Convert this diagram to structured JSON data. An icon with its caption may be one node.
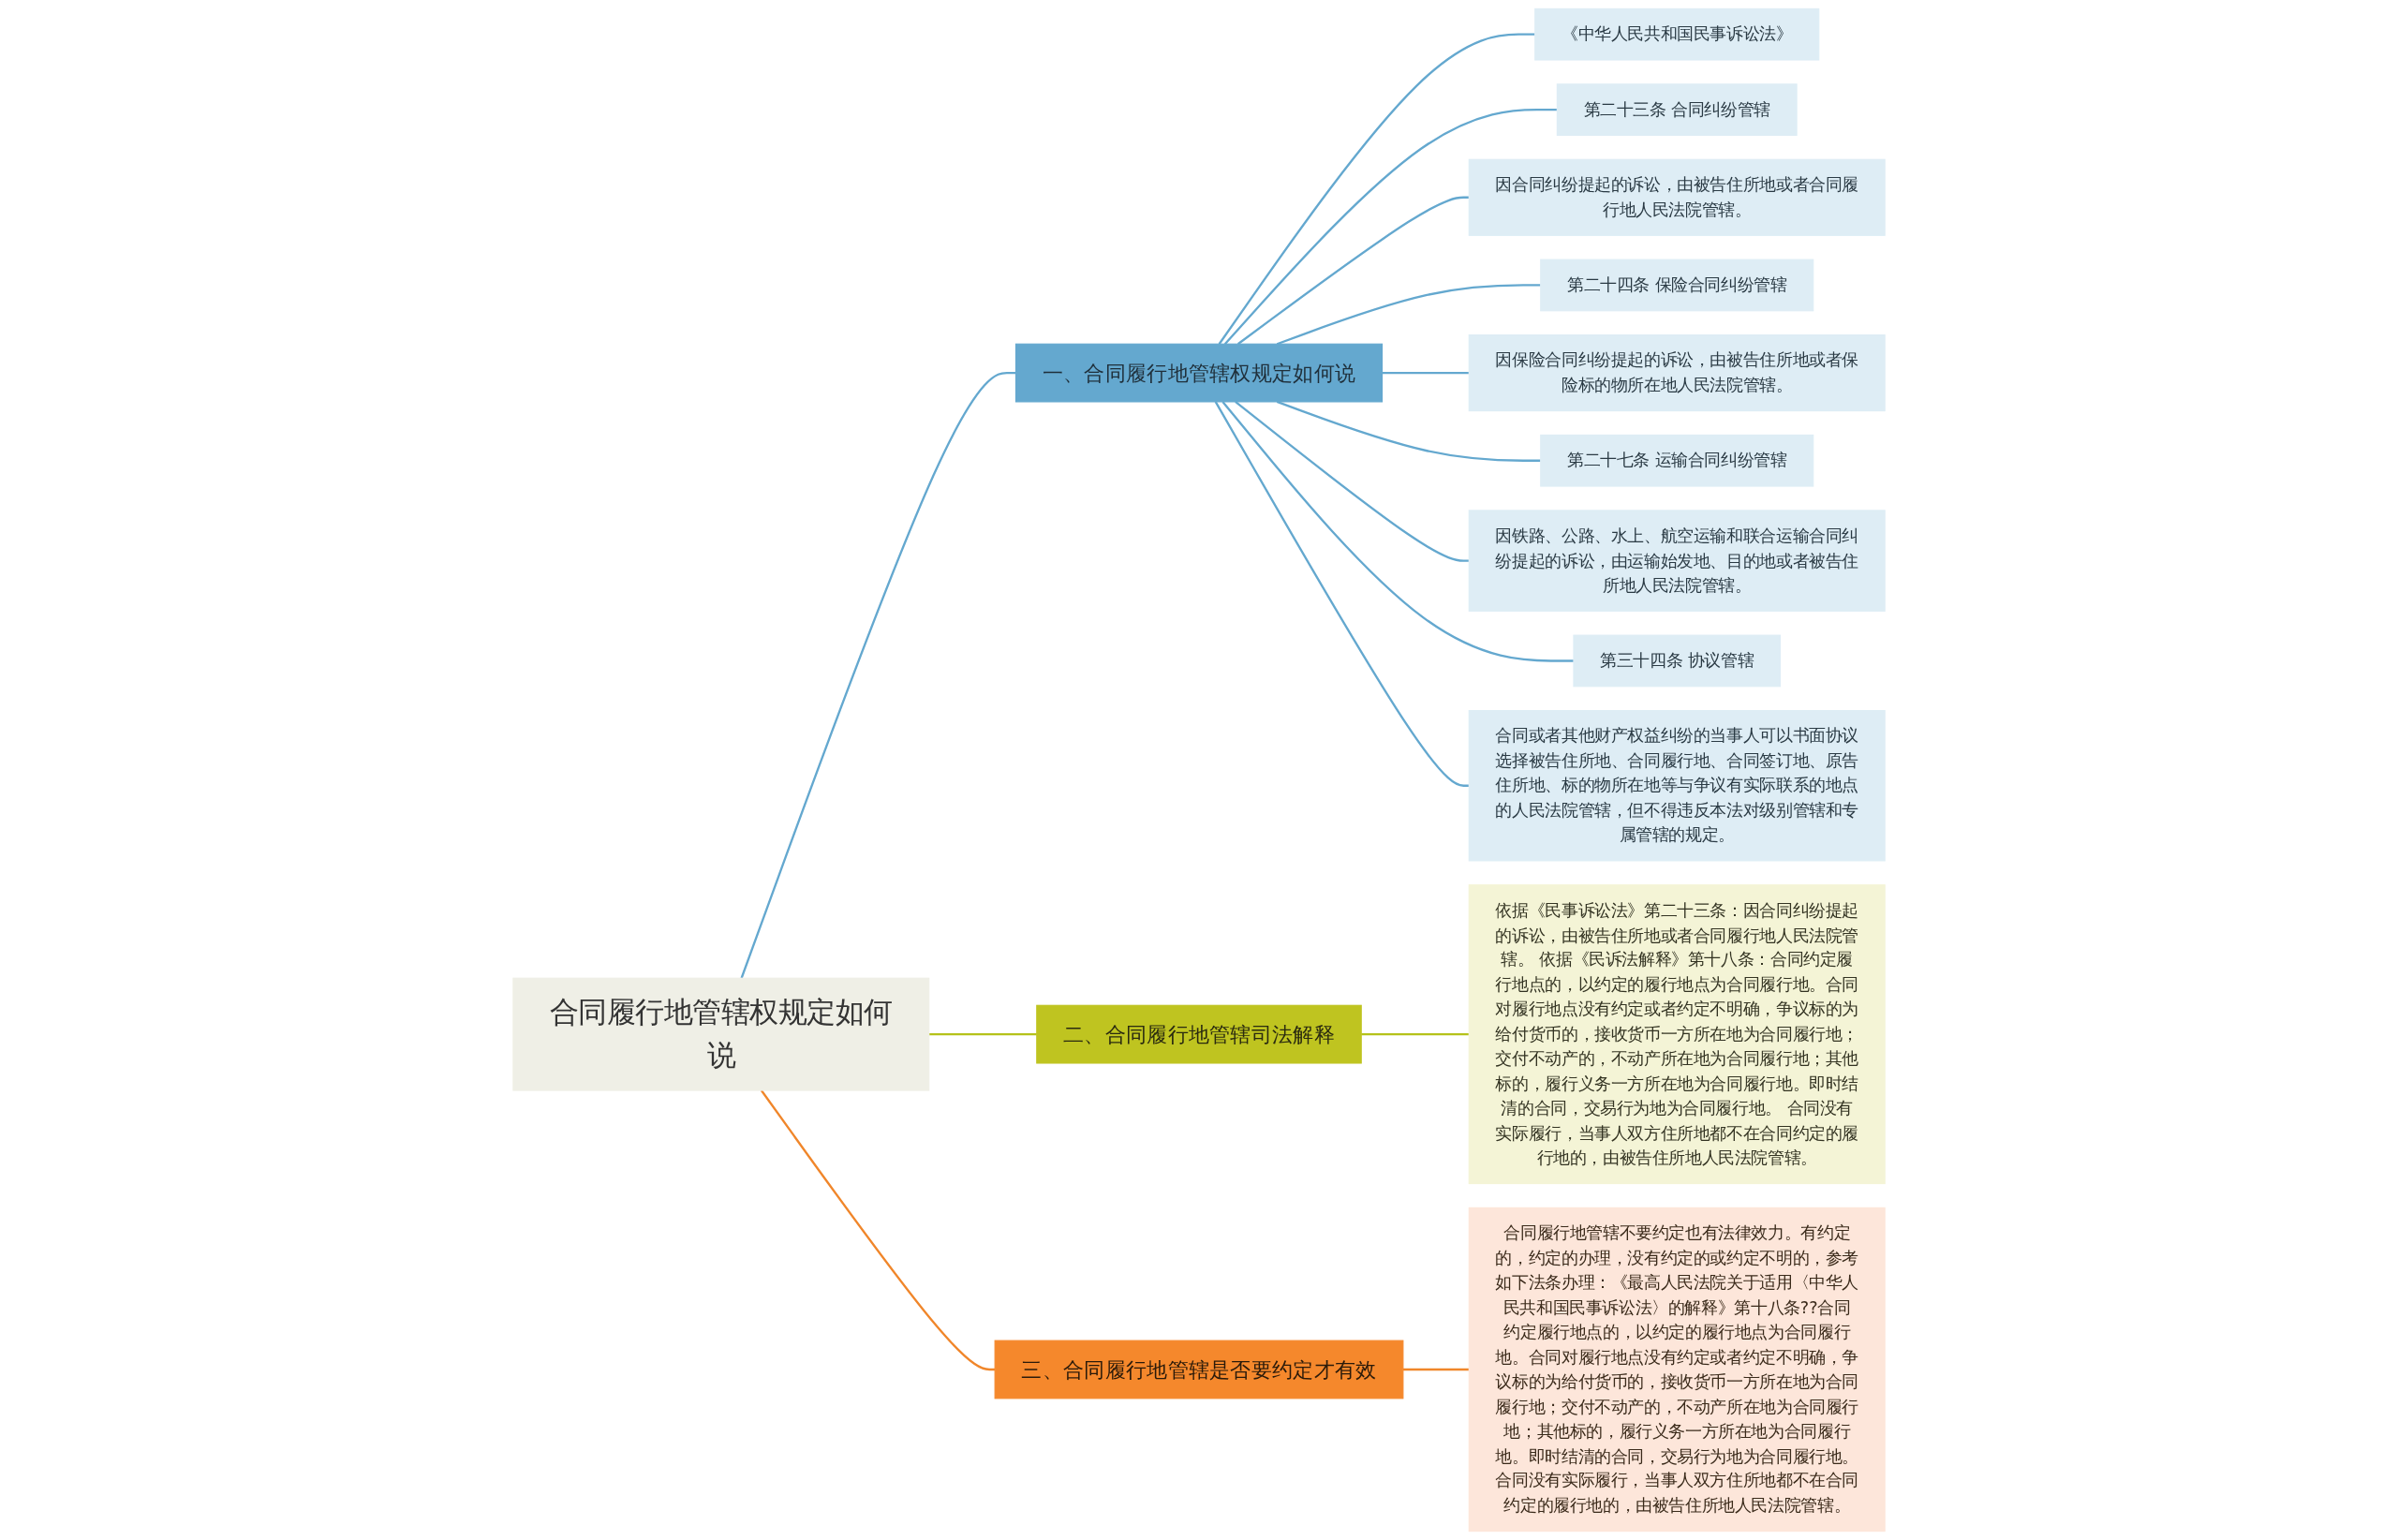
{
  "diagram": {
    "nodes": [
      {
        "text": [
          "合同履行地管辖权规定如何说"
        ]
      },
      {
        "text": [
          "一、合同履行地管辖权规定如何说"
        ]
      },
      {
        "text": [
          "《中华人民共和国民事诉讼法》"
        ]
      },
      {
        "text": [
          "第二十三条 合同纠纷管辖"
        ]
      },
      {
        "text": [
          "因合同纠纷提起的诉讼，由被告住所地或者合同履行地人民法院管辖。"
        ]
      },
      {
        "text": [
          "第二十四条 保险合同纠纷管辖"
        ]
      },
      {
        "text": [
          "因保险合同纠纷提起的诉讼，由被告住所地或者保险标的物所在地人民法院管辖。"
        ]
      },
      {
        "text": [
          "第二十七条 运输合同纠纷管辖"
        ]
      },
      {
        "text": [
          "因铁路、公路、水上、航空运输和联合运输合同纠纷提起的诉讼，由运输始发地、目的地或者被告住所地人民法院管辖。"
        ]
      },
      {
        "text": [
          "第三十四条 协议管辖"
        ]
      },
      {
        "text": [
          "合同或者其他财产权益纠纷的当事人可以书面协议选择被告住所地、合同履行地、合同签订地、原告住所地、标的物所在地等与争议有实际联系的地点的人民法院管辖，但不得违反本法对级别管辖和专属管辖的规定。"
        ]
      },
      {
        "text": [
          "二、合同履行地管辖司法解释"
        ]
      },
      {
        "text": [
          "依据《民事诉讼法》第二十三条：因合同纠纷提起的诉讼，由被告住所地或者合同履行地人民法院管辖。 依据《民诉法解释》第十八条：合同约定履行地点的，以约定的履行地点为合同履行地。合同对履行地点没有约定或者约定不明确，争议标的为给付货币的，接收货币一方所在地为合同履行地；交付不动产的，不动产所在地为合同履行地；其他标的，履行义务一方所在地为合同履行地。即时结清的合同，交易行为地为合同履行地。 合同没有实际履行，当事人双方住所地都不在合同约定的履行地的，由被告住所地人民法院管辖。"
        ]
      },
      {
        "text": [
          "三、合同履行地管辖是否要约定才有效"
        ]
      },
      {
        "text": [
          "合同履行地管辖不要约定也有法律效力。有约定的，约定的办理，没有约定的或约定不明的，参考如下法条办理：《最高人民法院关于适用〈中华人民共和国民事诉讼法〉的解释》第十八条??合同约定履行地点的，以约定的履行地点为合同履行地。合同对履行地点没有约定或者约定不明确，争议标的为给付货币的，接收货币一方所在地为合同履行地；交付不动产的，不动产所在地为合同履行地；其他标的，履行义务一方所在地为合同履行地。即时结清的合同，交易行为地为合同履行地。合同没有实际履行，当事人双方住所地都不在合同约定的履行地的，由被告住所地人民法院管辖。"
        ]
      }
    ],
    "edges": [
      {
        "from": 0,
        "to": 1,
        "arrow": "none"
      },
      {
        "from": 1,
        "to": 2,
        "arrow": "none"
      },
      {
        "from": 1,
        "to": 3,
        "arrow": "none"
      },
      {
        "from": 1,
        "to": 4,
        "arrow": "none"
      },
      {
        "from": 1,
        "to": 5,
        "arrow": "none"
      },
      {
        "from": 1,
        "to": 6,
        "arrow": "none"
      },
      {
        "from": 1,
        "to": 7,
        "arrow": "none"
      },
      {
        "from": 1,
        "to": 8,
        "arrow": "none"
      },
      {
        "from": 1,
        "to": 9,
        "arrow": "none"
      },
      {
        "from": 1,
        "to": 10,
        "arrow": "none"
      },
      {
        "from": 0,
        "to": 11,
        "arrow": "none",
        "color": "#b5c21a"
      },
      {
        "from": 11,
        "to": 12,
        "arrow": "none",
        "color": "#b5c21a"
      },
      {
        "from": 0,
        "to": 13,
        "arrow": "none",
        "color": "#f0862a"
      },
      {
        "from": 13,
        "to": 14,
        "arrow": "none",
        "color": "#f0862a"
      }
    ]
  }
}
